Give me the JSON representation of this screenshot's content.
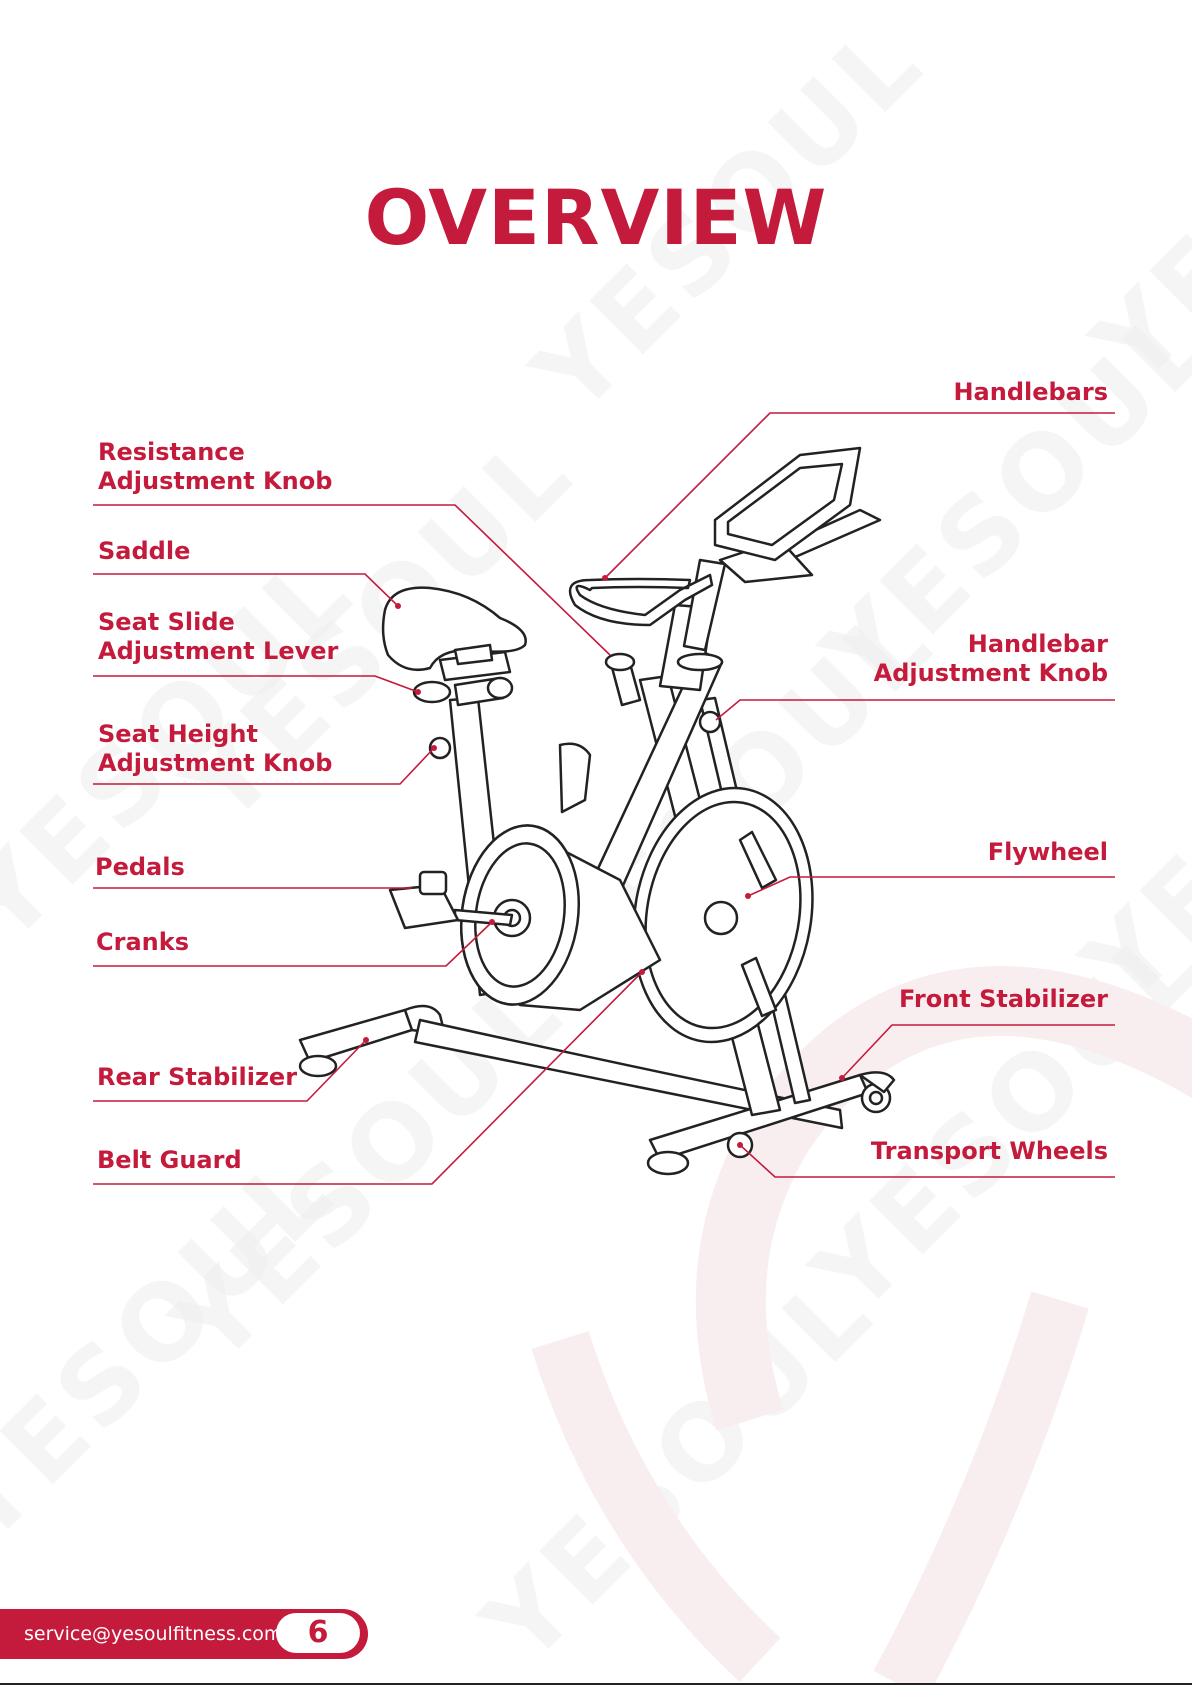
{
  "title": "OVERVIEW",
  "watermark": "YESOUL",
  "colors": {
    "brand": "#c41a3b",
    "line_art": "#222222",
    "watermark": "#eeeeee",
    "background": "#ffffff"
  },
  "callouts": {
    "handlebars": "Handlebars",
    "resistance_knob": [
      "Resistance",
      "Adjustment Knob"
    ],
    "saddle": "Saddle",
    "seat_slide_lever": [
      "Seat Slide",
      "Adjustment Lever"
    ],
    "handlebar_knob": [
      "Handlebar",
      "Adjustment Knob"
    ],
    "seat_height_knob": [
      "Seat Height",
      "Adjustment Knob"
    ],
    "pedals": "Pedals",
    "flywheel": "Flywheel",
    "cranks": "Cranks",
    "front_stabilizer": "Front Stabilizer",
    "rear_stabilizer": "Rear Stabilizer",
    "transport_wheels": "Transport Wheels",
    "belt_guard": "Belt Guard"
  },
  "footer": {
    "email": "service@yesoulfitness.com",
    "page_number": "6"
  }
}
